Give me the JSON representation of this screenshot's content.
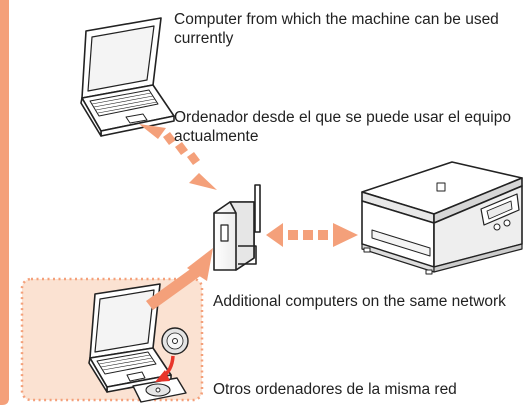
{
  "captions": {
    "current_computer_en": "Computer from which the machine can be used currently",
    "current_computer_es": "Ordenador desde el que se puede usar el equipo actualmente",
    "additional_computers_en": "Additional computers on the same network",
    "additional_computers_es": "Otros ordenadores de la misma red"
  },
  "colors": {
    "accent": "#F4A07A",
    "highlight_fill": "#FBE2D2",
    "outline": "#222222",
    "disc_arrow": "#E8352A"
  }
}
